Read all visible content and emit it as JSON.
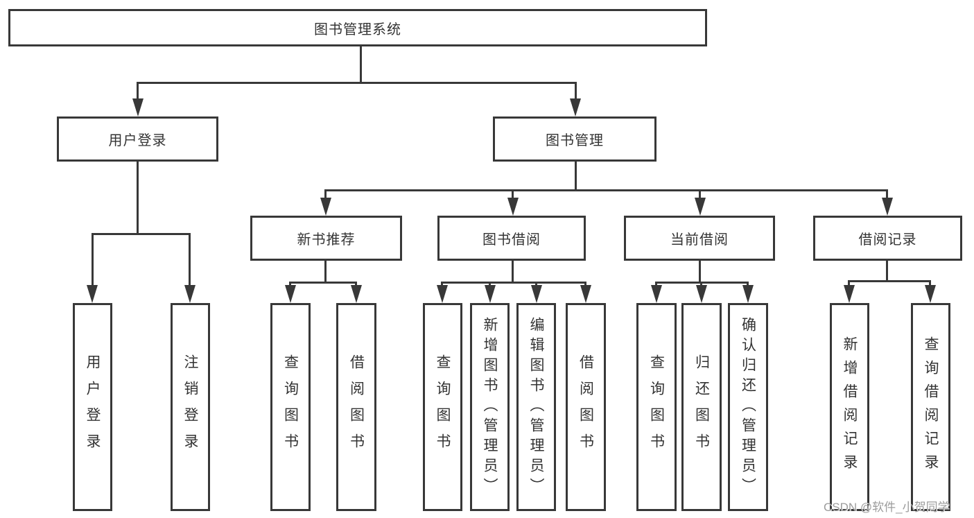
{
  "watermark": "CSDN @软件_小贺同学",
  "colors": {
    "line": "#383838",
    "text": "#333333",
    "box_background": "#ffffff",
    "watermark": "#9c9c9c"
  },
  "tree": {
    "root": {
      "label": "图书管理系统"
    },
    "branches": [
      {
        "label": "用户登录",
        "children": [
          {
            "label": "用户登录"
          },
          {
            "label": "注销登录"
          }
        ]
      },
      {
        "label": "图书管理",
        "children": [
          {
            "label": "新书推荐",
            "children": [
              {
                "label": "查询图书"
              },
              {
                "label": "借阅图书"
              }
            ]
          },
          {
            "label": "图书借阅",
            "children": [
              {
                "label": "查询图书"
              },
              {
                "label": "新增图书（管理员）"
              },
              {
                "label": "编辑图书（管理员）"
              },
              {
                "label": "借阅图书"
              }
            ]
          },
          {
            "label": "当前借阅",
            "children": [
              {
                "label": "查询图书"
              },
              {
                "label": "归还图书"
              },
              {
                "label": "确认归还（管理员）"
              }
            ]
          },
          {
            "label": "借阅记录",
            "children": [
              {
                "label": "新增借阅记录"
              },
              {
                "label": "查询借阅记录"
              }
            ]
          }
        ]
      }
    ]
  }
}
